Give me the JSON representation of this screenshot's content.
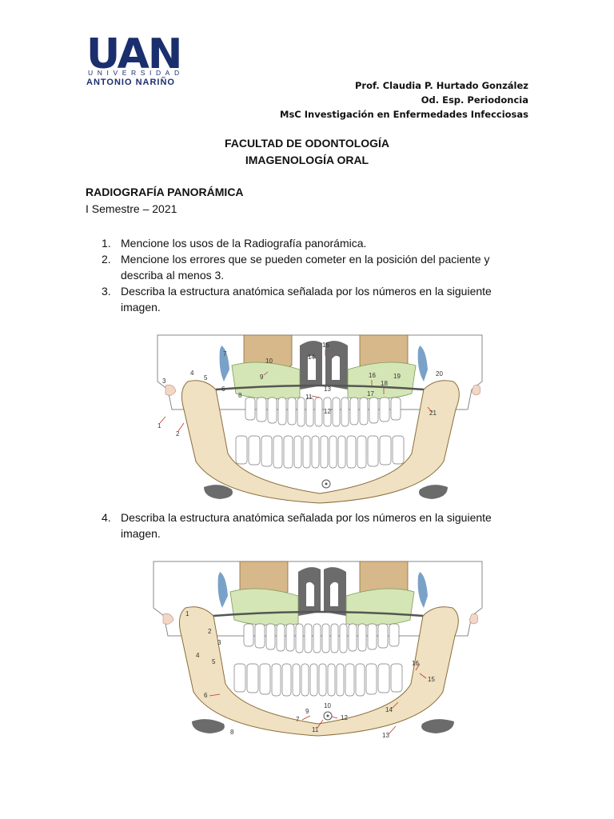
{
  "logo": {
    "wordmark": "UAN",
    "line1": "UNIVERSIDAD",
    "line2": "ANTONIO NARIÑO",
    "color": "#1b2f6e"
  },
  "author": {
    "name": "Prof. Claudia P. Hurtado González",
    "specialty": "Od. Esp. Periodoncia",
    "degree": "MsC Investigación en Enfermedades Infecciosas"
  },
  "faculty": "FACULTAD DE ODONTOLOGÍA",
  "course": "IMAGENOLOGÍA ORAL",
  "section_title": "RADIOGRAFÍA PANORÁMICA",
  "semester": "I Semestre – 2021",
  "questions": [
    {
      "num": "1.",
      "text": "Mencione los usos de la Radiografía panorámica."
    },
    {
      "num": "2.",
      "text": "Mencione los errores que se pueden cometer en la posición del paciente y describa al menos 3."
    },
    {
      "num": "3.",
      "text": "Describa la estructura anatómica señalada por los números en la siguiente imagen."
    },
    {
      "num": "4.",
      "text": "Describa la estructura anatómica señalada por los números en la siguiente imagen."
    }
  ],
  "figure1_labels": [
    "1",
    "2",
    "3",
    "4",
    "5",
    "6",
    "7",
    "8",
    "9",
    "10",
    "11",
    "12",
    "13",
    "14",
    "15",
    "16",
    "17",
    "18",
    "19",
    "20",
    "21"
  ],
  "figure2_labels": [
    "1",
    "2",
    "3",
    "4",
    "5",
    "6",
    "7",
    "8",
    "9",
    "10",
    "11",
    "12",
    "13",
    "14",
    "15",
    "16"
  ],
  "colors": {
    "bone": "#efe1c1",
    "sinus": "#d6b88a",
    "maxilla_green": "#d4e6b5",
    "dark_gray": "#6b6b6b",
    "blue": "#7aa2c8",
    "arrow": "#c0392b"
  }
}
